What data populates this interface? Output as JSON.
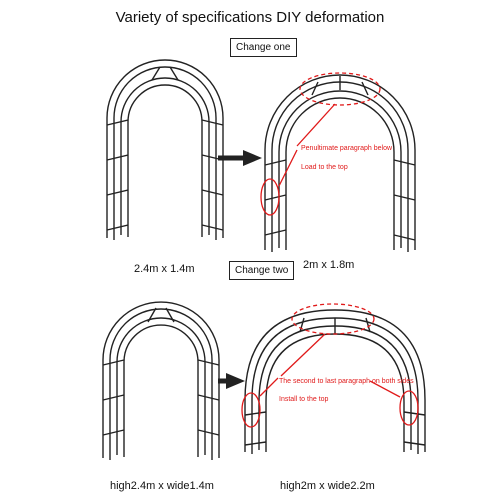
{
  "title": "Variety of specifications DIY deformation",
  "labels": {
    "change_one": "Change one",
    "change_two": "Change two"
  },
  "dimensions": {
    "top_left": "2.4m x 1.4m",
    "top_right": "2m x 1.8m",
    "bottom_left": "high2.4m  x wide1.4m",
    "bottom_right": "high2m  x wide2.2m"
  },
  "notes": {
    "top_line1": "Penultimate paragraph below",
    "top_line2": "Load to the top",
    "bottom_line1": "The second to last paragraph on both sides",
    "bottom_line2": "Install to the top"
  },
  "colors": {
    "annotation": "#e01a1a",
    "arch": "#222222"
  }
}
